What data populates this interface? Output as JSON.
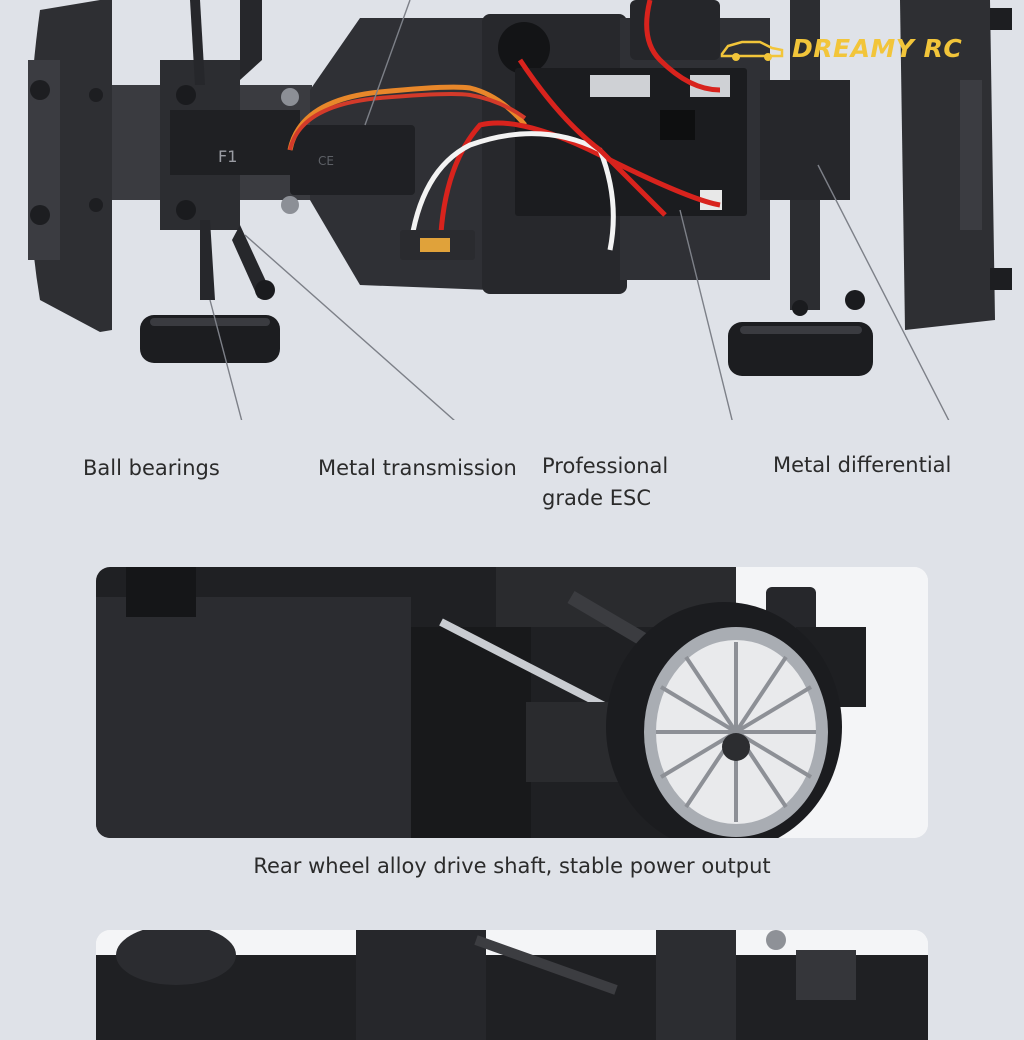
{
  "brand": {
    "name": "DREAMY RC",
    "color": "#f2c53a"
  },
  "chassis_marking": "F1",
  "labels": {
    "ball_bearings": "Ball bearings",
    "metal_transmission": "Metal transmission",
    "esc_line1": "Professional",
    "esc_line2": "grade ESC",
    "metal_differential": "Metal differential"
  },
  "caption": "Rear wheel alloy drive shaft, stable power output"
}
